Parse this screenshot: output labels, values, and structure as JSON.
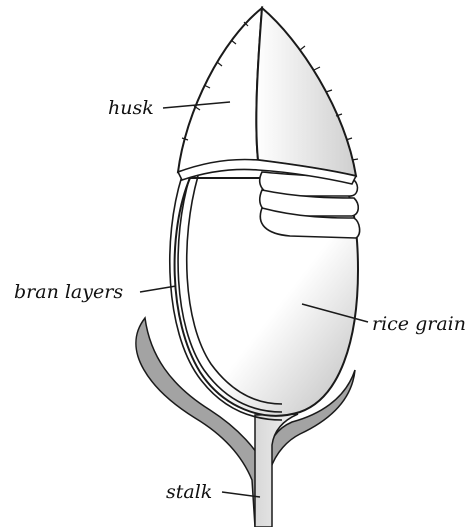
{
  "labels": {
    "husk": "husk",
    "bran_layers": "bran layers",
    "rice_grain": "rice grain",
    "stalk": "stalk"
  },
  "colors": {
    "outline": "#1a1a1a",
    "husk_fill": "#ffffff",
    "grain_fill": "#ffffff",
    "shade": "#bdbdbd",
    "stalk_fill": "#9e9e9e"
  }
}
